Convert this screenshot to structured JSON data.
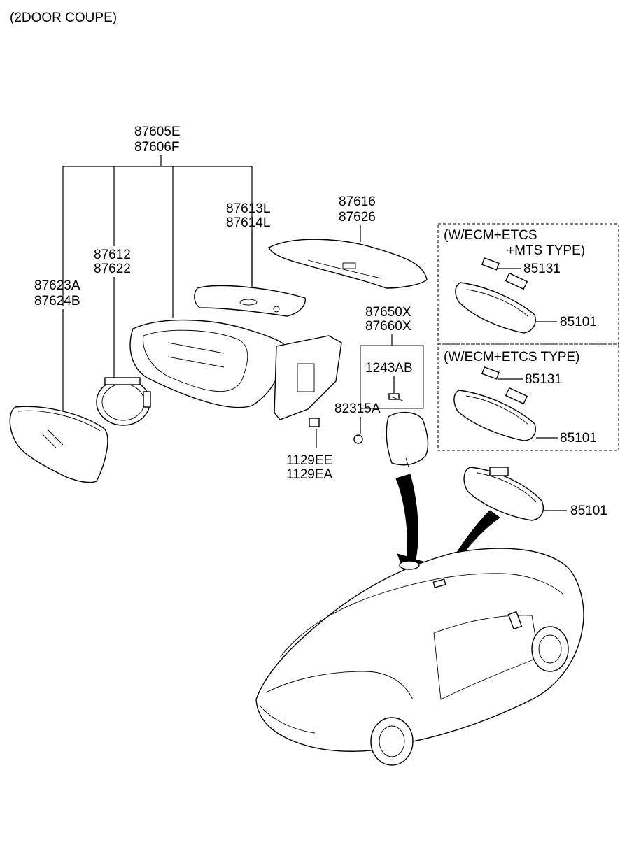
{
  "header": {
    "title": "(2DOOR COUPE)"
  },
  "labels": {
    "mirror_assembly": [
      "87605E",
      "87606F"
    ],
    "mirror_glass": [
      "87623A",
      "87624B"
    ],
    "actuator": [
      "87612",
      "87622"
    ],
    "cover_lower": [
      "87613L",
      "87614L"
    ],
    "cover_upper": [
      "87616",
      "87626"
    ],
    "cover_small": [
      "87650X",
      "87660X"
    ],
    "screw": "1243AB",
    "clip": "82315A",
    "bolt": [
      "1129EE",
      "1129EA"
    ],
    "inside_mirror": "85101",
    "mirror_bracket": "85131"
  },
  "boxes": {
    "box1": {
      "title_line1": "(W/ECM+ETCS",
      "title_line2": "+MTS TYPE)",
      "part_a": "85131",
      "part_b": "85101"
    },
    "box2": {
      "title": "(W/ECM+ETCS TYPE)",
      "part_a": "85131",
      "part_b": "85101"
    }
  }
}
